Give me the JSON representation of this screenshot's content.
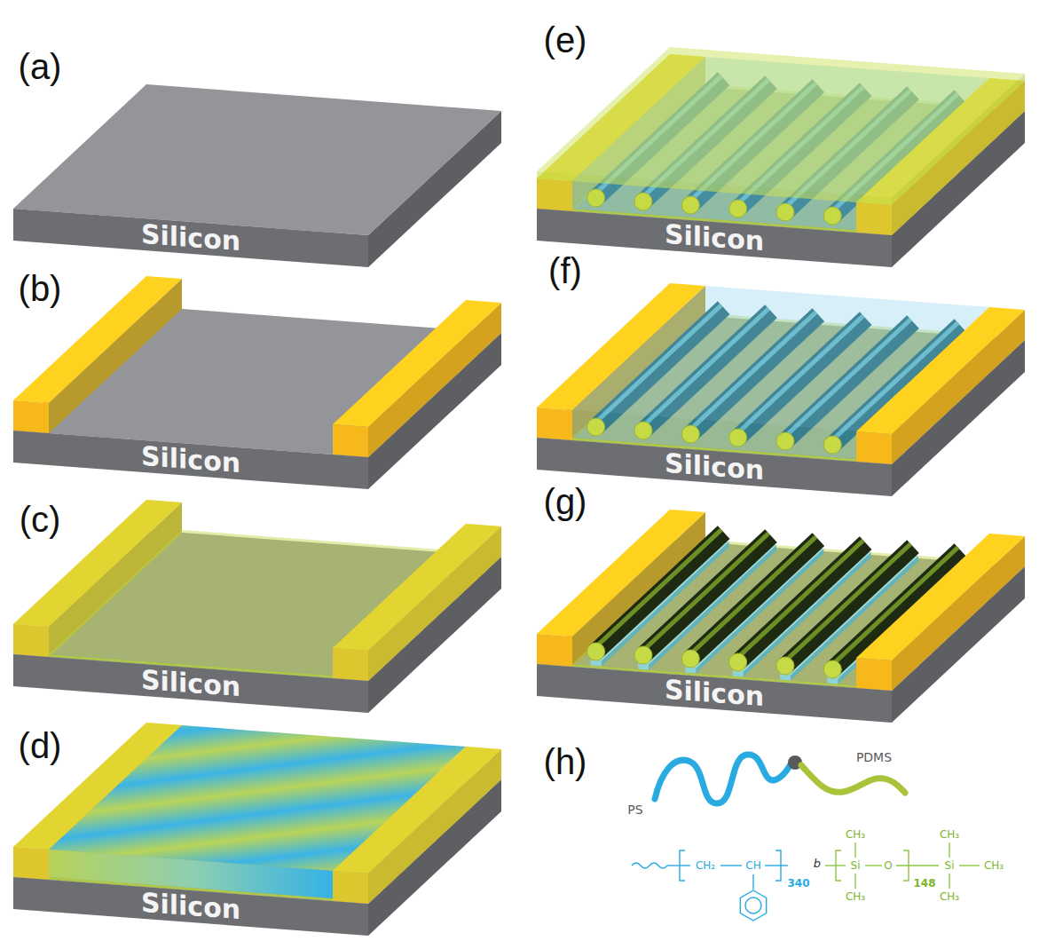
{
  "diagram": {
    "nodes": [
      {
        "text": [
          "Silicon"
        ]
      },
      {
        "text": [
          "Silicon"
        ]
      },
      {
        "text": [
          "Silicon"
        ]
      },
      {
        "text": [
          "Silicon"
        ]
      },
      {
        "text": [
          "Silicon"
        ]
      },
      {
        "text": [
          "Silicon"
        ]
      },
      {
        "text": [
          "Silicon"
        ]
      }
    ],
    "labels": [
      "(a)",
      "(b)",
      "(c)",
      "(d)",
      "(e)",
      "(f)",
      "(g)",
      "(h)",
      "PS",
      "PDMS",
      "CH₂",
      "CH",
      "340",
      "b",
      "CH₃",
      "Si",
      "CH₃",
      "O",
      "148",
      "CH₃",
      "Si",
      "CH₃",
      "CH₃"
    ]
  }
}
